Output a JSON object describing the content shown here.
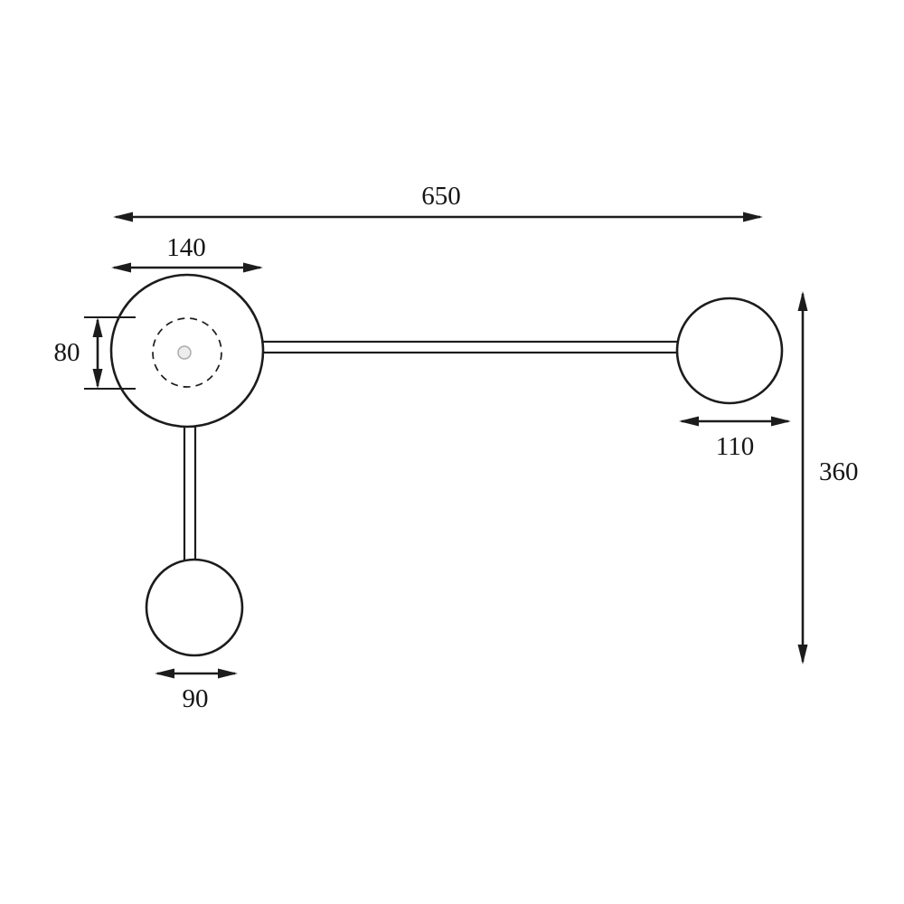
{
  "diagram": {
    "kind": "dimension-drawing",
    "dimensions": {
      "overall_width": "650",
      "large_head_width": "140",
      "large_head_inner_height": "80",
      "right_head_width": "110",
      "overall_height": "360",
      "bottom_head_width": "90"
    }
  },
  "colors": {
    "line": "#1c1c1c",
    "background": "#ffffff",
    "nub": "#ababab"
  }
}
